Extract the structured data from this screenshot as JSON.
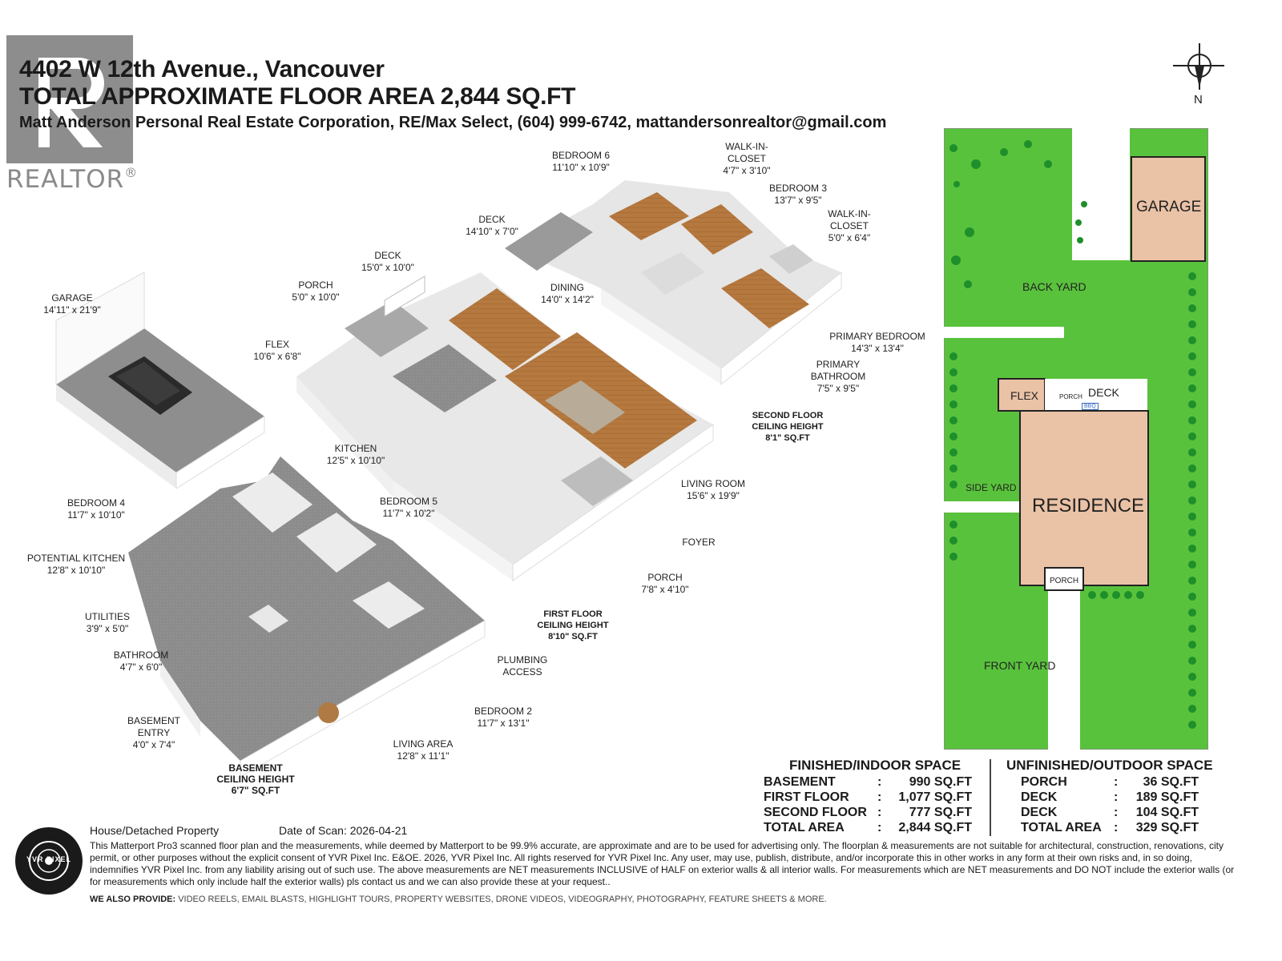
{
  "header": {
    "address": "4402 W 12th Avenue., Vancouver",
    "total_area": "TOTAL APPROXIMATE FLOOR AREA 2,844 SQ.FT",
    "agent": "Matt Anderson Personal Real Estate Corporation, RE/Max Select, (604) 999-6742, mattandersonrealtor@gmail.com",
    "realtor_logo_text": "REALTOR",
    "realtor_mark": "®"
  },
  "compass": {
    "label": "N"
  },
  "rooms": [
    {
      "name": "GARAGE",
      "dims": "14'11\" x 21'9\""
    },
    {
      "name": "PORCH",
      "dims": "5'0\" x 10'0\""
    },
    {
      "name": "DECK",
      "dims": "15'0\" x 10'0\""
    },
    {
      "name": "DECK",
      "dims": "14'10\" x 7'0\""
    },
    {
      "name": "BEDROOM 6",
      "dims": "11'10\" x 10'9\""
    },
    {
      "name": "WALK-IN-\nCLOSET",
      "dims": "4'7\" x 3'10\""
    },
    {
      "name": "BEDROOM 3",
      "dims": "13'7\" x 9'5\""
    },
    {
      "name": "WALK-IN-\nCLOSET",
      "dims": "5'0\" x 6'4\""
    },
    {
      "name": "DINING",
      "dims": "14'0\" x 14'2\""
    },
    {
      "name": "FLEX",
      "dims": "10'6\" x 6'8\""
    },
    {
      "name": "PRIMARY BEDROOM",
      "dims": "14'3\" x 13'4\""
    },
    {
      "name": "PRIMARY\nBATHROOM",
      "dims": "7'5\" x 9'5\""
    },
    {
      "name": "KITCHEN",
      "dims": "12'5\" x 10'10\""
    },
    {
      "name": "LIVING ROOM",
      "dims": "15'6\" x 19'9\""
    },
    {
      "name": "FOYER",
      "dims": ""
    },
    {
      "name": "PORCH",
      "dims": "7'8\" x 4'10\""
    },
    {
      "name": "BEDROOM 4",
      "dims": "11'7\" x 10'10\""
    },
    {
      "name": "BEDROOM 5",
      "dims": "11'7\" x 10'2\""
    },
    {
      "name": "POTENTIAL KITCHEN",
      "dims": "12'8\" x 10'10\""
    },
    {
      "name": "UTILITIES",
      "dims": "3'9\" x 5'0\""
    },
    {
      "name": "BATHROOM",
      "dims": "4'7\" x 6'0\""
    },
    {
      "name": "PLUMBING\nACCESS",
      "dims": ""
    },
    {
      "name": "BEDROOM 2",
      "dims": "11'7\" x 13'1\""
    },
    {
      "name": "BASEMENT\nENTRY",
      "dims": "4'0\" x 7'4\""
    },
    {
      "name": "LIVING AREA",
      "dims": "12'8\" x 11'1\""
    }
  ],
  "floors": [
    {
      "name": "SECOND FLOOR",
      "height": "CEILING HEIGHT",
      "value": "8'1\" SQ.FT"
    },
    {
      "name": "FIRST FLOOR",
      "height": "CEILING HEIGHT",
      "value": "8'10\" SQ.FT"
    },
    {
      "name": "BASEMENT",
      "height": "CEILING HEIGHT",
      "value": "6'7\" SQ.FT"
    }
  ],
  "site": {
    "garage": "GARAGE",
    "back_yard": "BACK YARD",
    "flex": "FLEX",
    "porch_small": "PORCH",
    "deck": "DECK",
    "bbq": "BBQ",
    "side_yard": "SIDE YARD",
    "residence": "RESIDENCE",
    "porch_front": "PORCH",
    "front_yard": "FRONT YARD"
  },
  "finished": {
    "heading": "FINISHED/INDOOR SPACE",
    "rows": [
      {
        "label": "BASEMENT",
        "sep": ":",
        "value": "990 SQ.FT"
      },
      {
        "label": "FIRST FLOOR",
        "sep": ":",
        "value": "1,077 SQ.FT"
      },
      {
        "label": "SECOND FLOOR",
        "sep": ":",
        "value": "777 SQ.FT"
      },
      {
        "label": "TOTAL AREA",
        "sep": ":",
        "value": "2,844 SQ.FT"
      }
    ]
  },
  "unfinished": {
    "heading": "UNFINISHED/OUTDOOR SPACE",
    "rows": [
      {
        "label": "PORCH",
        "sep": ":",
        "value": "36 SQ.FT"
      },
      {
        "label": "DECK",
        "sep": ":",
        "value": "189 SQ.FT"
      },
      {
        "label": "DECK",
        "sep": ":",
        "value": "104 SQ.FT"
      },
      {
        "label": "TOTAL AREA",
        "sep": ":",
        "value": "329 SQ.FT"
      }
    ]
  },
  "footer": {
    "logo_text": "YVR PIXEL",
    "property_type": "House/Detached Property",
    "scan_date": "Date of Scan: 2026-04-21",
    "disclaimer": "This Matterport Pro3 scanned floor plan and the measurements, while deemed by Matterport to be 99.9% accurate, are approximate and are to be used for advertising only. The floorplan & measurements are not suitable for architectural, construction, renovations, city permit, or other purposes without the explicit consent of YVR Pixel Inc. E&OE. 2026, YVR Pixel Inc. All rights reserved for YVR Pixel Inc. Any user, may use, publish, distribute, and/or incorporate this in other works in any form at their own risks and, in so doing, indemnifies YVR Pixel Inc. from any liability arising out of such use. The above measurements are NET measurements INCLUSIVE of HALF on exterior walls & all interior walls. For measurements which are NET measurements and DO NOT include the exterior walls (or for measurements which only include half the exterior walls) pls contact us and we can also provide these at your request..",
    "also_provide_label": "WE ALSO PROVIDE:",
    "also_provide": "VIDEO REELS, EMAIL BLASTS, HIGHLIGHT TOURS, PROPERTY WEBSITES, DRONE VIDEOS, VIDEOGRAPHY, PHOTOGRAPHY, FEATURE SHEETS & MORE."
  }
}
